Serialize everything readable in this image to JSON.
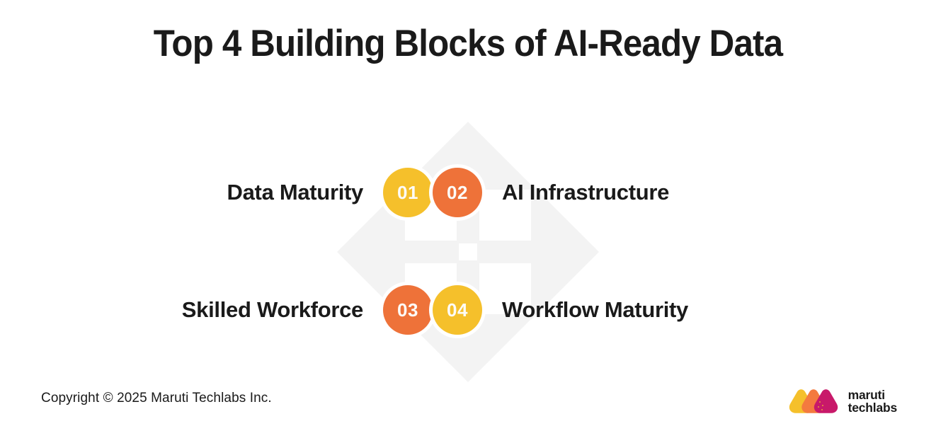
{
  "page": {
    "title": "Top 4 Building Blocks of AI-Ready Data",
    "background_color": "#ffffff",
    "text_color": "#1a1a1a"
  },
  "colors": {
    "yellow": "#f5c02b",
    "orange": "#ee7239",
    "magenta": "#c8196a",
    "watermark": "#f3f3f3",
    "badge_number": "#fdfbf7"
  },
  "blocks": [
    {
      "number": "01",
      "label": "Data Maturity",
      "color": "#f5c02b",
      "side": "left"
    },
    {
      "number": "02",
      "label": "AI Infrastructure",
      "color": "#ee7239",
      "side": "right"
    },
    {
      "number": "03",
      "label": "Skilled Workforce",
      "color": "#ee7239",
      "side": "left"
    },
    {
      "number": "04",
      "label": "Workflow Maturity",
      "color": "#f5c02b",
      "side": "right"
    }
  ],
  "watermark": {
    "icon_name": "four-way-arrow-icon",
    "color": "#f3f3f3"
  },
  "footer": {
    "copyright": "Copyright © 2025 Maruti Techlabs Inc.",
    "logo": {
      "mark_name": "maruti-techlabs-logo-mark",
      "line1": "maruti",
      "line2": "techlabs"
    }
  }
}
